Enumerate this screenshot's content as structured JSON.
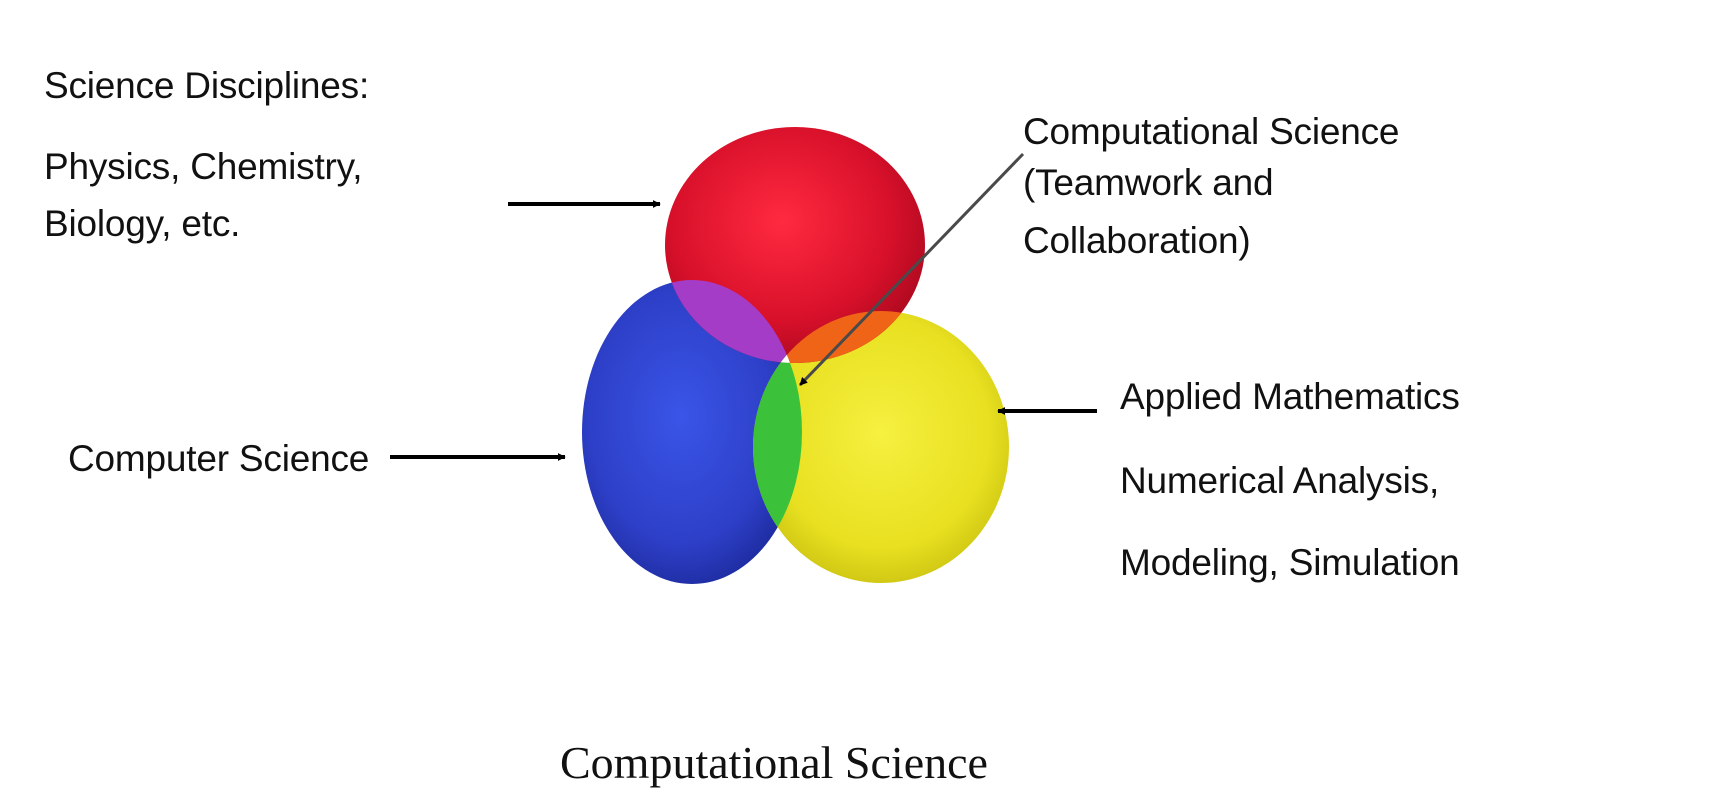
{
  "labels": {
    "science_heading": "Science Disciplines:",
    "science_line1": "Physics, Chemistry,",
    "science_line2": "Biology, etc.",
    "computational_line1": "Computational Science",
    "computational_line2": "(Teamwork and",
    "computational_line3": "Collaboration)",
    "computer_science": "Computer Science",
    "math_line1": "Applied Mathematics",
    "math_line2": "Numerical Analysis,",
    "math_line3": "Modeling, Simulation"
  },
  "caption": "Computational Science",
  "colors": {
    "science_circle": "#d8102a",
    "computer_science_circle": "#2d3fc7",
    "mathematics_circle": "#e8e020",
    "science_cs_overlap": "#a43cc8",
    "science_math_overlap": "#f06418",
    "cs_math_overlap": "#3cc23a",
    "center_overlap": "#ffffff",
    "arrow": "#000000"
  }
}
